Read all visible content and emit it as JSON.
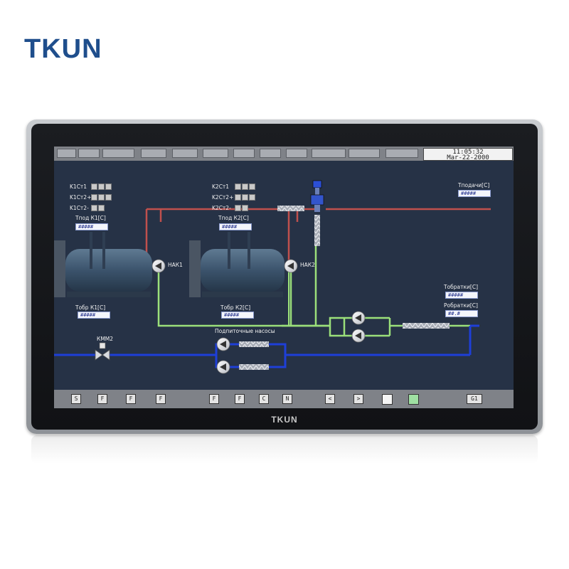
{
  "brand": {
    "logo_text": "TKUN",
    "bezel_text": "TKUN"
  },
  "clock": {
    "time": "11:05:32",
    "date": "Mar-22-2000"
  },
  "boiler1": {
    "indicators": [
      "K1Ст1",
      "K1Ст2+",
      "K1Ст2-"
    ],
    "t_supply_label": "Тпод К1[C]",
    "t_supply_value": "#####",
    "t_return_label": "Тобр К1[C]",
    "t_return_value": "#####",
    "pump_label": "НАК1"
  },
  "boiler2": {
    "indicators": [
      "K2Ст1",
      "K2Ст2+",
      "K2Ст2-"
    ],
    "t_supply_label": "Тпод К2[C]",
    "t_supply_value": "#####",
    "t_return_label": "Тобр К2[C]",
    "t_return_value": "#####",
    "pump_label": "НАК2"
  },
  "network": {
    "t_supply_label": "Тподачи[C]",
    "t_supply_value": "#####",
    "t_return_label": "Тобратки[C]",
    "t_return_value": "#####",
    "p_return_label": "Робратки[C]",
    "p_return_value": "##.#"
  },
  "makeup": {
    "title": "Подпиточные насосы",
    "valve_label": "КММ2"
  },
  "bottom_buttons": [
    "S",
    "F",
    "F",
    "F",
    "F",
    "F",
    "C",
    "N",
    "<",
    ">",
    "",
    "",
    "G1"
  ],
  "colors": {
    "hot_pipe": "#c0504d",
    "cold_pipe": "#1e3fd8",
    "return_pipe": "#9be07a",
    "screen_bg": "#263246",
    "brand": "#1f4e8c"
  }
}
